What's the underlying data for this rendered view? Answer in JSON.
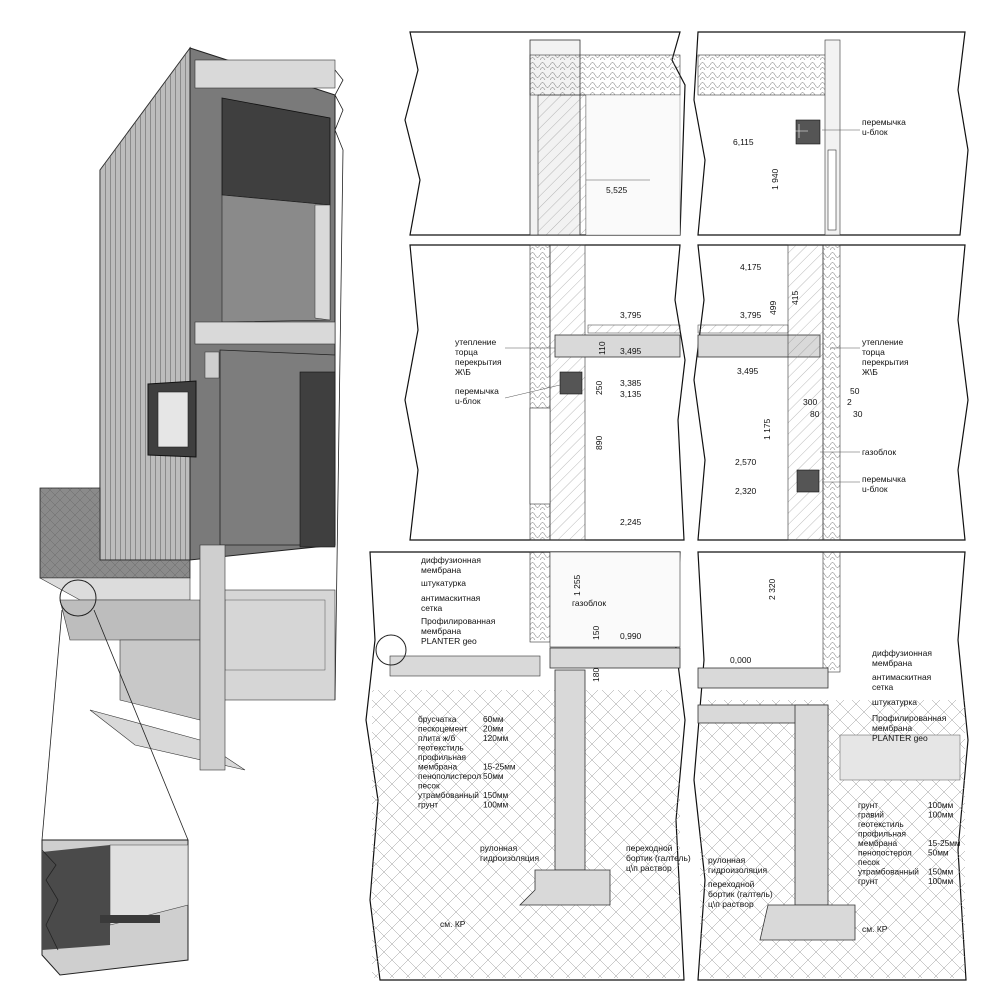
{
  "labels": {
    "lintel": "перемычка\nu-блок",
    "slab_edge_insulation": "утепление\nторца\nперекрытия\nЖ\\Б",
    "aerated_block": "газоблок",
    "diffusion_membrane": "диффузионная\nмембрана",
    "plaster": "штукатурка",
    "anti_mesh": "антимаскитная\nсетка",
    "profiled_membrane": "Профилированная\nмембрана\nPLANTER geo",
    "roll_waterproofing": "рулонная\nгидроизоляция",
    "fillet": "переходной\nбортик (галтель)\nц\\п раствор",
    "see_kr": "см. КР"
  },
  "dimensions": {
    "d5525": "5,525",
    "d6115": "6,115",
    "d1940": "1 940",
    "d4175": "4,175",
    "d3795a": "3,795",
    "d3795b": "3,795",
    "d415": "415",
    "d499": "499",
    "d3495a": "3,495",
    "d3495b": "3,495",
    "d110": "110",
    "d250": "250",
    "d3385": "3,385",
    "d3135": "3,135",
    "d890": "890",
    "d2245": "2,245",
    "d300": "300",
    "d80": "80",
    "d50": "50",
    "d2": "2",
    "d30": "30",
    "d1175": "1 175",
    "d2570": "2,570",
    "d2320": "2,320",
    "d1255": "1 255",
    "d150": "150",
    "d0990": "0,990",
    "d180": "180",
    "d2320b": "2 320",
    "d0000": "0,000"
  },
  "layers_left": [
    {
      "name": "брусчатка",
      "value": "60мм"
    },
    {
      "name": "пескоцемент",
      "value": "20мм"
    },
    {
      "name": "плита ж/б",
      "value": "120мм"
    },
    {
      "name": "геотекстиль",
      "value": ""
    },
    {
      "name": "профильная",
      "value": ""
    },
    {
      "name": "мембрана",
      "value": "15-25мм"
    },
    {
      "name": "пенополистерол",
      "value": "50мм"
    },
    {
      "name": "песок",
      "value": ""
    },
    {
      "name": "утрамбованный",
      "value": "150мм"
    },
    {
      "name": "грунт",
      "value": "100мм"
    }
  ],
  "layers_right": [
    {
      "name": "грунт",
      "value": "100мм"
    },
    {
      "name": "гравий",
      "value": "100мм"
    },
    {
      "name": "геотекстиль",
      "value": ""
    },
    {
      "name": "профильная",
      "value": ""
    },
    {
      "name": "мембрана",
      "value": "15-25мм"
    },
    {
      "name": "пенопостерол",
      "value": "50мм"
    },
    {
      "name": "песок",
      "value": ""
    },
    {
      "name": "утрамбованный",
      "value": "150мм"
    },
    {
      "name": "грунт",
      "value": "100мм"
    }
  ],
  "colors": {
    "concrete": "#d9d9d9",
    "cladding": "#6e6e6e",
    "dark": "#3f3f3f",
    "ground": "#ececec"
  }
}
